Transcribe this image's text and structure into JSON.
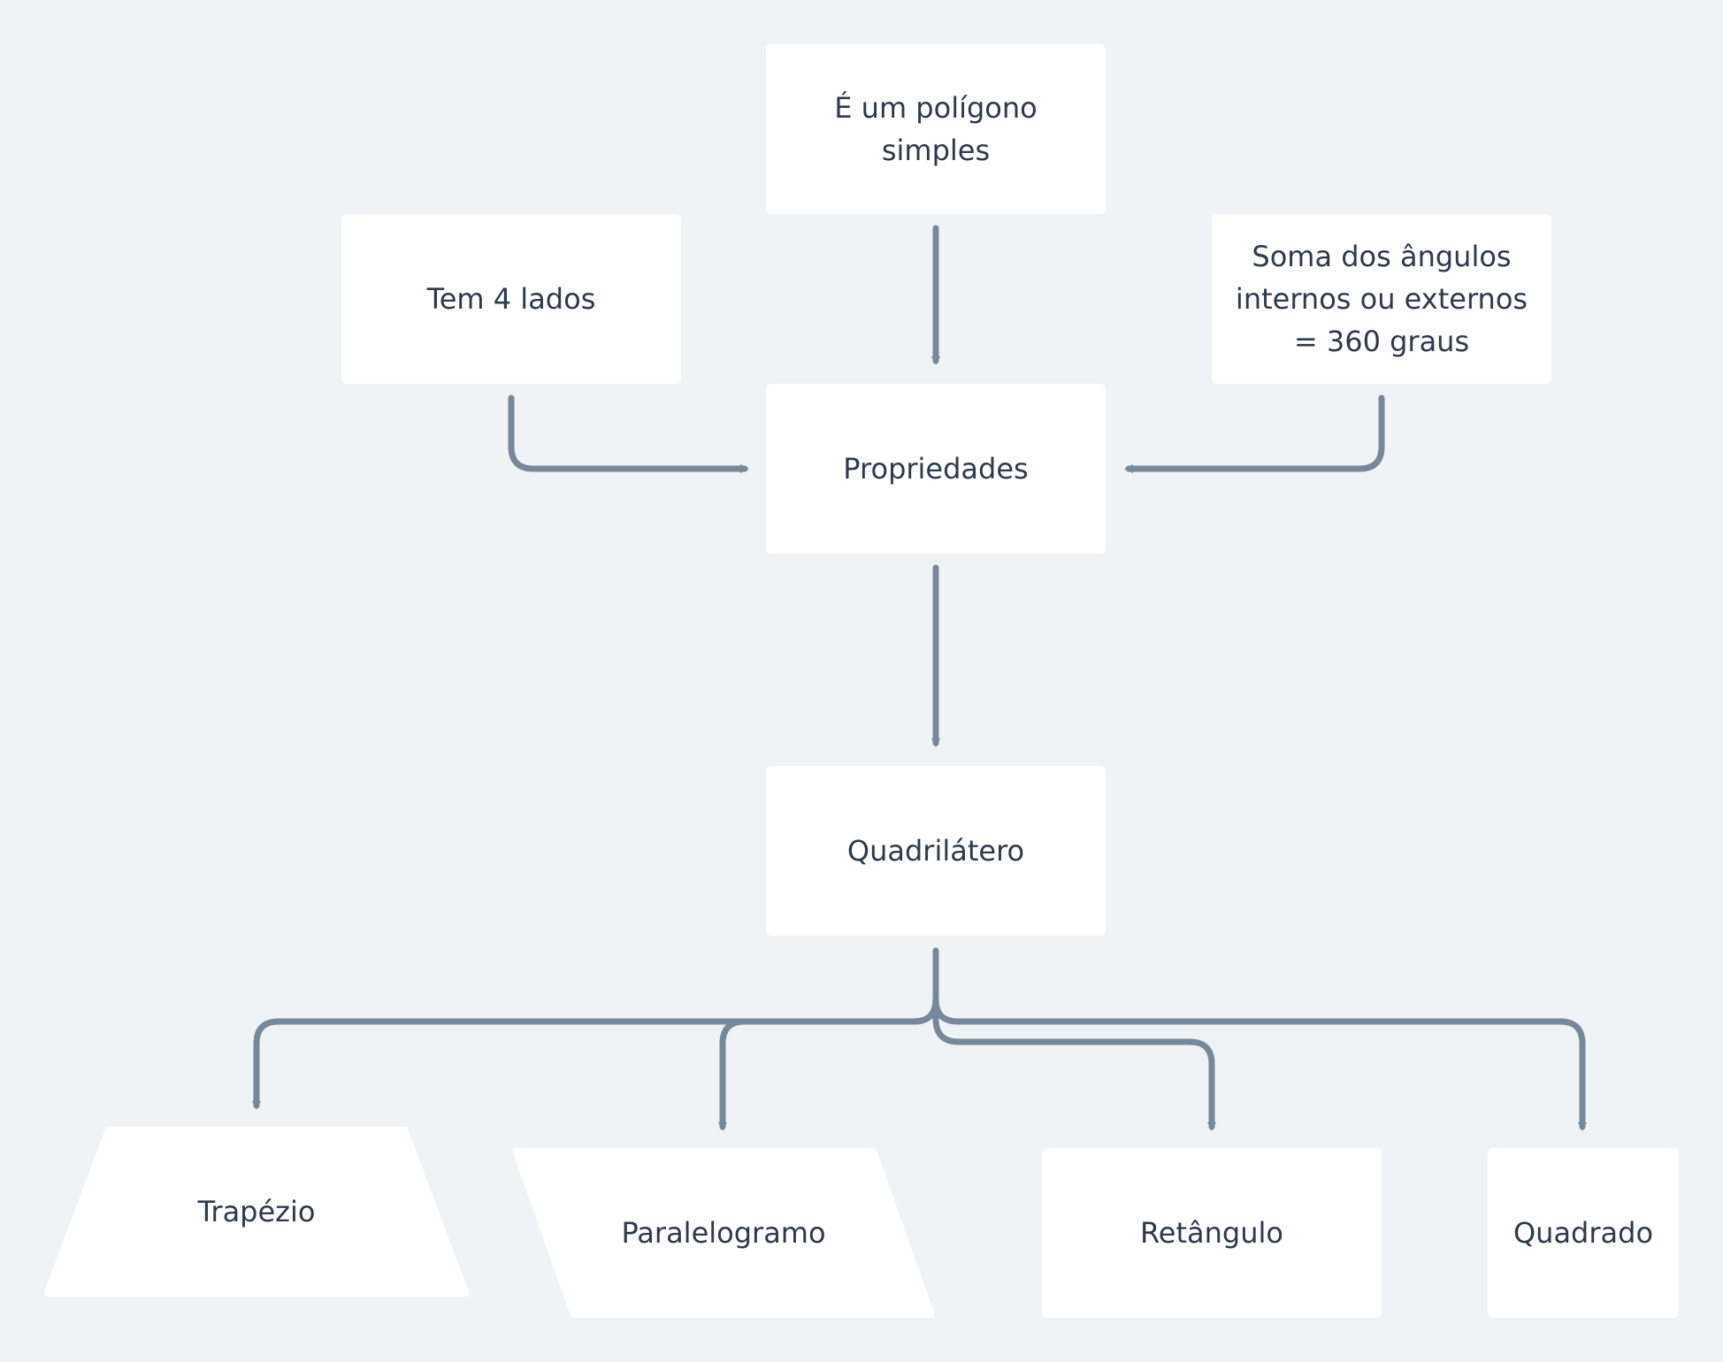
{
  "diagram": {
    "nodes": {
      "poligono": {
        "label": "É um polígono\nsimples"
      },
      "lados": {
        "label": "Tem 4 lados"
      },
      "soma": {
        "label": "Soma dos ângulos\ninternos ou externos\n= 360 graus"
      },
      "propriedades": {
        "label": "Propriedades"
      },
      "quadrilatero": {
        "label": "Quadrilátero"
      },
      "trapezio": {
        "label": "Trapézio"
      },
      "paralelogramo": {
        "label": "Paralelogramo"
      },
      "retangulo": {
        "label": "Retângulo"
      },
      "quadrado": {
        "label": "Quadrado"
      }
    },
    "edges": [
      {
        "from": "poligono",
        "to": "propriedades"
      },
      {
        "from": "lados",
        "to": "propriedades"
      },
      {
        "from": "soma",
        "to": "propriedades"
      },
      {
        "from": "propriedades",
        "to": "quadrilatero"
      },
      {
        "from": "quadrilatero",
        "to": "trapezio"
      },
      {
        "from": "quadrilatero",
        "to": "paralelogramo"
      },
      {
        "from": "quadrilatero",
        "to": "retangulo"
      },
      {
        "from": "quadrilatero",
        "to": "quadrado"
      }
    ],
    "colors": {
      "background": "#eff3f6",
      "node_fill": "#ffffff",
      "text": "#2c3a4d",
      "connector": "#76889a"
    }
  }
}
